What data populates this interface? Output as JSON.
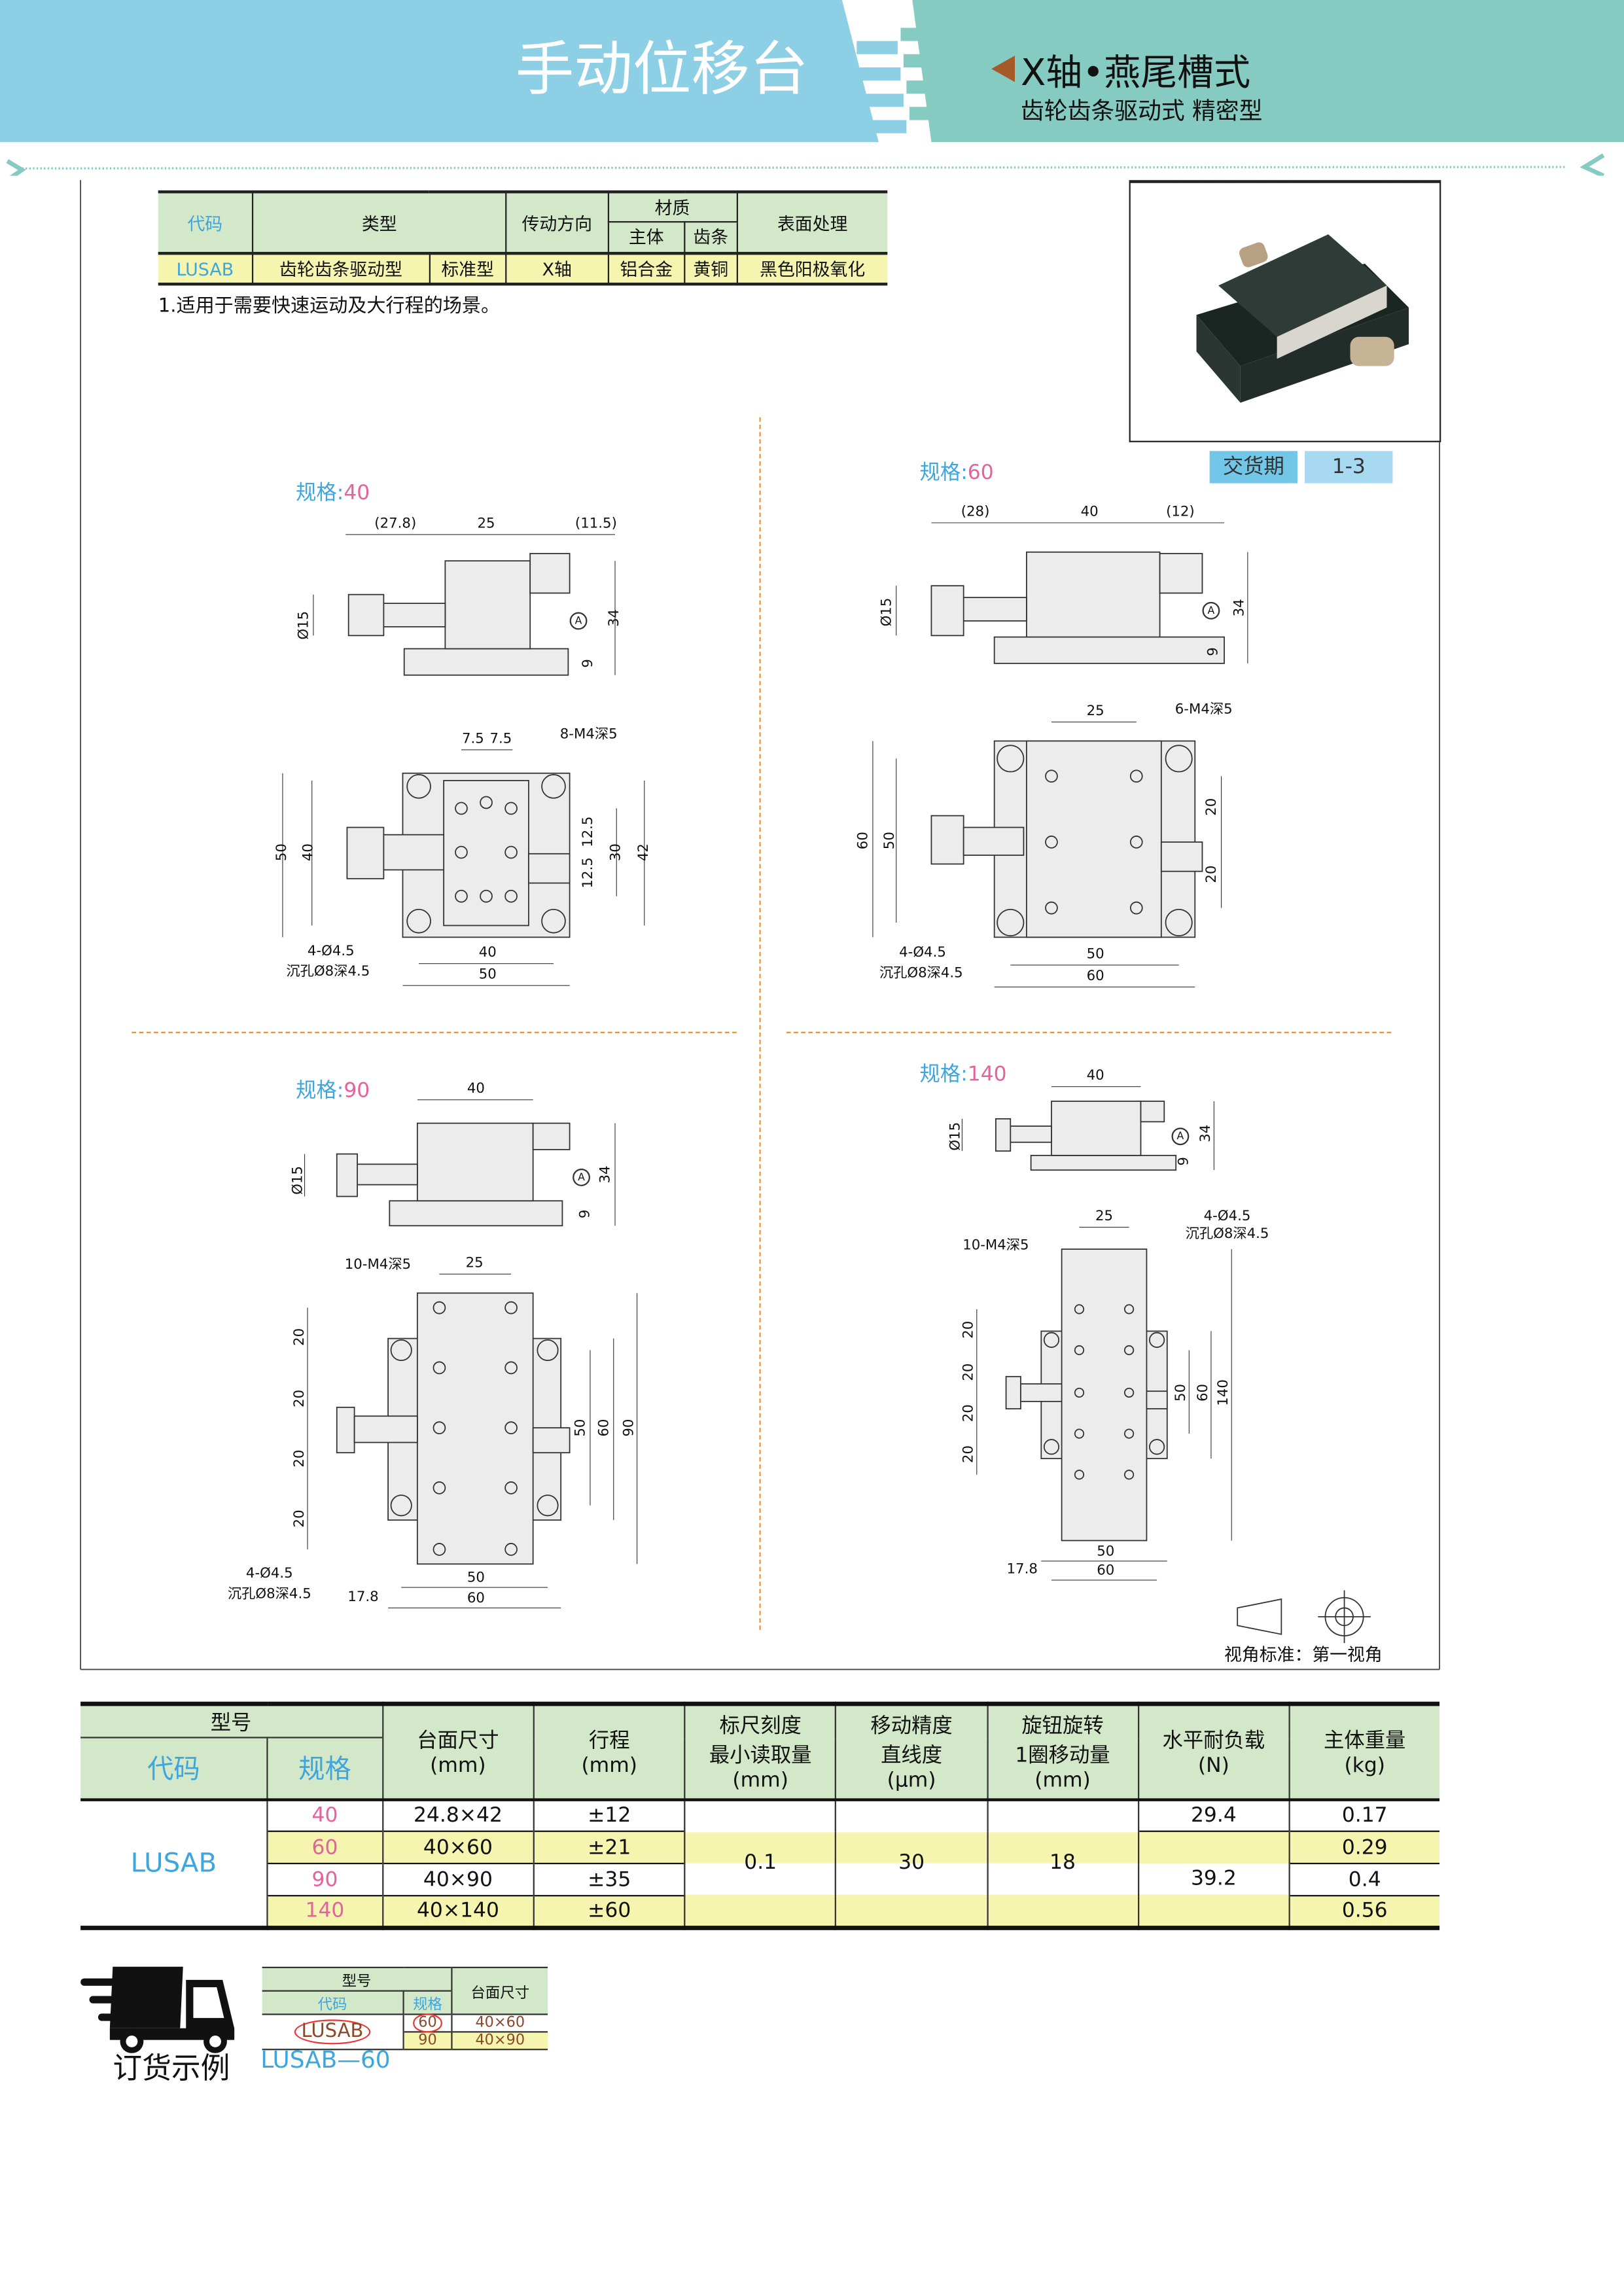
{
  "header": {
    "title": "手动位移台",
    "subtitle": "X轴•燕尾槽式",
    "subtitle2": "齿轮齿条驱动式 精密型",
    "colors": {
      "blue": "#8dd0e6",
      "teal": "#85cbc2",
      "accent_brown": "#a65a28"
    }
  },
  "spec_table": {
    "headers": {
      "code": "代码",
      "type": "类型",
      "direction": "传动方向",
      "material": "材质",
      "body": "主体",
      "rack": "齿条",
      "surface": "表面处理"
    },
    "row": {
      "code": "LUSAB",
      "type1": "齿轮齿条驱动型",
      "type2": "标准型",
      "direction": "X轴",
      "body": "铝合金",
      "rack": "黄铜",
      "surface": "黑色阳极氧化"
    }
  },
  "note": "1.适用于需要快速运动及大行程的场景。",
  "delivery": {
    "label": "交货期",
    "value": "1-3"
  },
  "drawings": {
    "d40": {
      "title": "规格:",
      "size": "40",
      "labels": [
        "(27.8)",
        "25",
        "(11.5)",
        "Ø15",
        "A",
        "34",
        "9",
        "7.5",
        "7.5",
        "8-M4深5",
        "50",
        "40",
        "12.5",
        "12.5",
        "30",
        "42",
        "4-Ø4.5",
        "沉孔Ø8深4.5",
        "40",
        "50"
      ]
    },
    "d60": {
      "title": "规格:",
      "size": "60",
      "labels": [
        "(28)",
        "40",
        "(12)",
        "Ø15",
        "A",
        "34",
        "9",
        "25",
        "6-M4深5",
        "60",
        "50",
        "20",
        "20",
        "4-Ø4.5",
        "沉孔Ø8深4.5",
        "50",
        "60"
      ]
    },
    "d90": {
      "title": "规格:",
      "size": "90",
      "labels": [
        "40",
        "Ø15",
        "A",
        "34",
        "9",
        "10-M4深5",
        "25",
        "20",
        "20",
        "20",
        "20",
        "50",
        "60",
        "90",
        "4-Ø4.5",
        "沉孔Ø8深4.5",
        "17.8",
        "50",
        "60"
      ]
    },
    "d140": {
      "title": "规格:",
      "size": "140",
      "labels": [
        "40",
        "Ø15",
        "A",
        "34",
        "9",
        "25",
        "4-Ø4.5",
        "沉孔Ø8深4.5",
        "10-M4深5",
        "20",
        "20",
        "20",
        "20",
        "50",
        "60",
        "140",
        "17.8",
        "50",
        "60"
      ]
    }
  },
  "view_standard": "视角标准：第一视角",
  "main_table": {
    "headers": {
      "model": "型号",
      "code": "代码",
      "size": "规格",
      "table_size": "台面尺寸",
      "table_size_unit": "(mm)",
      "travel": "行程",
      "travel_unit": "(mm)",
      "scale1": "标尺刻度",
      "scale2": "最小读取量",
      "scale_unit": "(mm)",
      "accuracy1": "移动精度",
      "accuracy2": "直线度",
      "accuracy_unit": "(μm)",
      "knob1": "旋钮旋转",
      "knob2": "1圈移动量",
      "knob_unit": "(mm)",
      "load": "水平耐负载",
      "load_unit": "(N)",
      "weight": "主体重量",
      "weight_unit": "(kg)"
    },
    "code": "LUSAB",
    "rows": [
      {
        "size": "40",
        "table": "24.8×42",
        "travel": "±12",
        "weight": "0.17"
      },
      {
        "size": "60",
        "table": "40×60",
        "travel": "±21",
        "weight": "0.29"
      },
      {
        "size": "90",
        "table": "40×90",
        "travel": "±35",
        "weight": "0.4"
      },
      {
        "size": "140",
        "table": "40×140",
        "travel": "±60",
        "weight": "0.56"
      }
    ],
    "scale": "0.1",
    "accuracy": "30",
    "knob": "18",
    "load_a": "29.4",
    "load_b": "39.2"
  },
  "order_example": {
    "label": "订货示例",
    "model": "型号",
    "code_h": "代码",
    "size_h": "规格",
    "table_h": "台面尺寸",
    "code": "LUSAB",
    "rows": [
      {
        "size": "60",
        "table": "40×60"
      },
      {
        "size": "90",
        "table": "40×90"
      }
    ],
    "result": "LUSAB—60"
  }
}
